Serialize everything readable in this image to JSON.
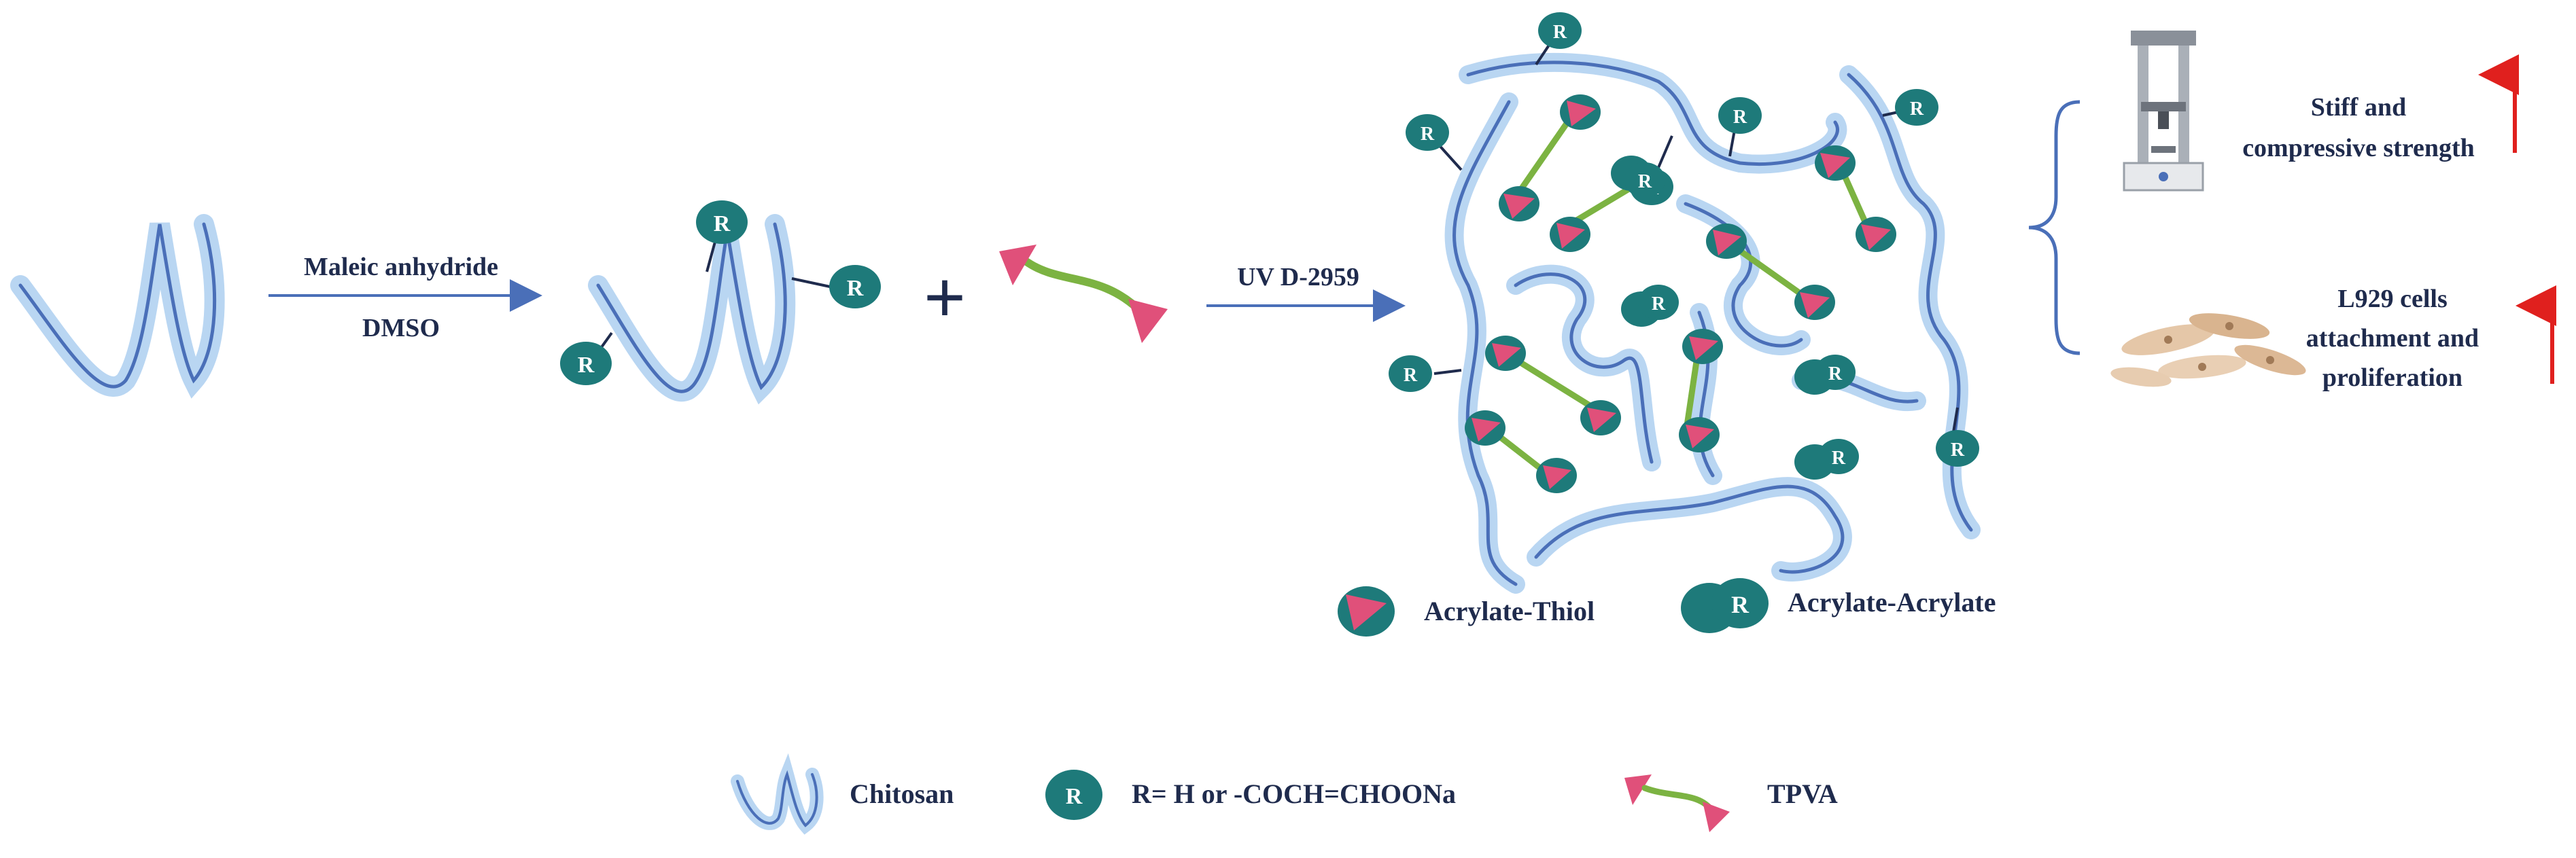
{
  "step1": {
    "line1": "Maleic anhydride",
    "line2": "DMSO"
  },
  "plus": "+",
  "step2": {
    "label": "UV  D-2959"
  },
  "r_label": "R",
  "crosslinks": {
    "thiol": "Acrylate-Thiol",
    "acrylate": "Acrylate-Acrylate"
  },
  "properties": {
    "mechanical": {
      "line1": "Stiff  and",
      "line2": "compressive strength"
    },
    "cells": {
      "line1": "L929 cells",
      "line2": "attachment and",
      "line3": "proliferation"
    }
  },
  "legend": {
    "chitosan": "Chitosan",
    "r_group": "R= H or -COCH=CHOONa",
    "tpva": "TPVA"
  },
  "colors": {
    "chain_glow": "#b9d6f2",
    "chain_core": "#4a6fb8",
    "teal": "#1e7a7a",
    "pink": "#e0507a",
    "green": "#7cb342",
    "navy_text": "#1f2b4d",
    "up_arrow": "#e0201e"
  }
}
